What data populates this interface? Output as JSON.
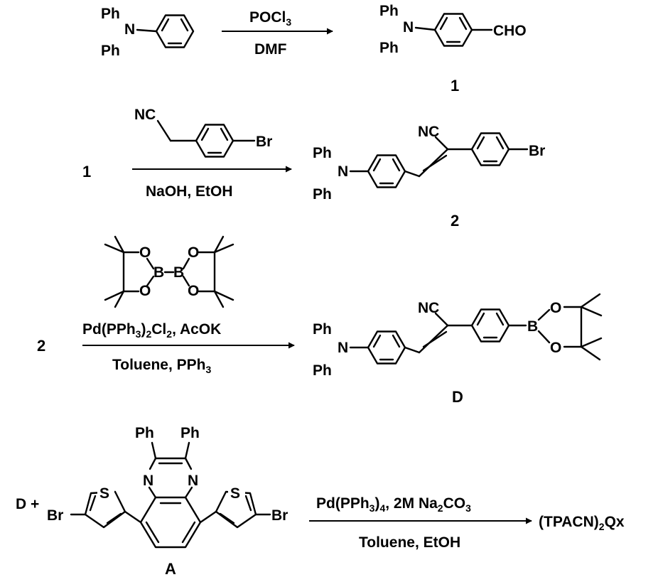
{
  "labels": {
    "ph": "Ph",
    "n": "N",
    "cho": "CHO",
    "nc": "NC",
    "br": "Br",
    "o": "O",
    "b": "B",
    "s": "S",
    "d_plus": "D +"
  },
  "step1": {
    "reagent_top_main": "POCl",
    "reagent_top_sub": "3",
    "reagent_bottom": "DMF",
    "product_number": "1"
  },
  "step2": {
    "start_number": "1",
    "reagent_bottom": "NaOH, EtOH",
    "product_number": "2"
  },
  "step3": {
    "start_number": "2",
    "catalyst": [
      "Pd(PPh",
      "3",
      ")",
      "2",
      "Cl",
      "2",
      ", AcOK"
    ],
    "solvent": [
      "Toluene, PPh",
      "3"
    ],
    "product_label": "D"
  },
  "step4": {
    "catalyst": [
      "Pd(PPh",
      "3",
      ")",
      "4",
      ", 2M Na",
      "2",
      "CO",
      "3"
    ],
    "solvent": "Toluene, EtOH",
    "product": [
      "(TPACN)",
      "2",
      "Qx"
    ],
    "reactant_label": "A"
  }
}
